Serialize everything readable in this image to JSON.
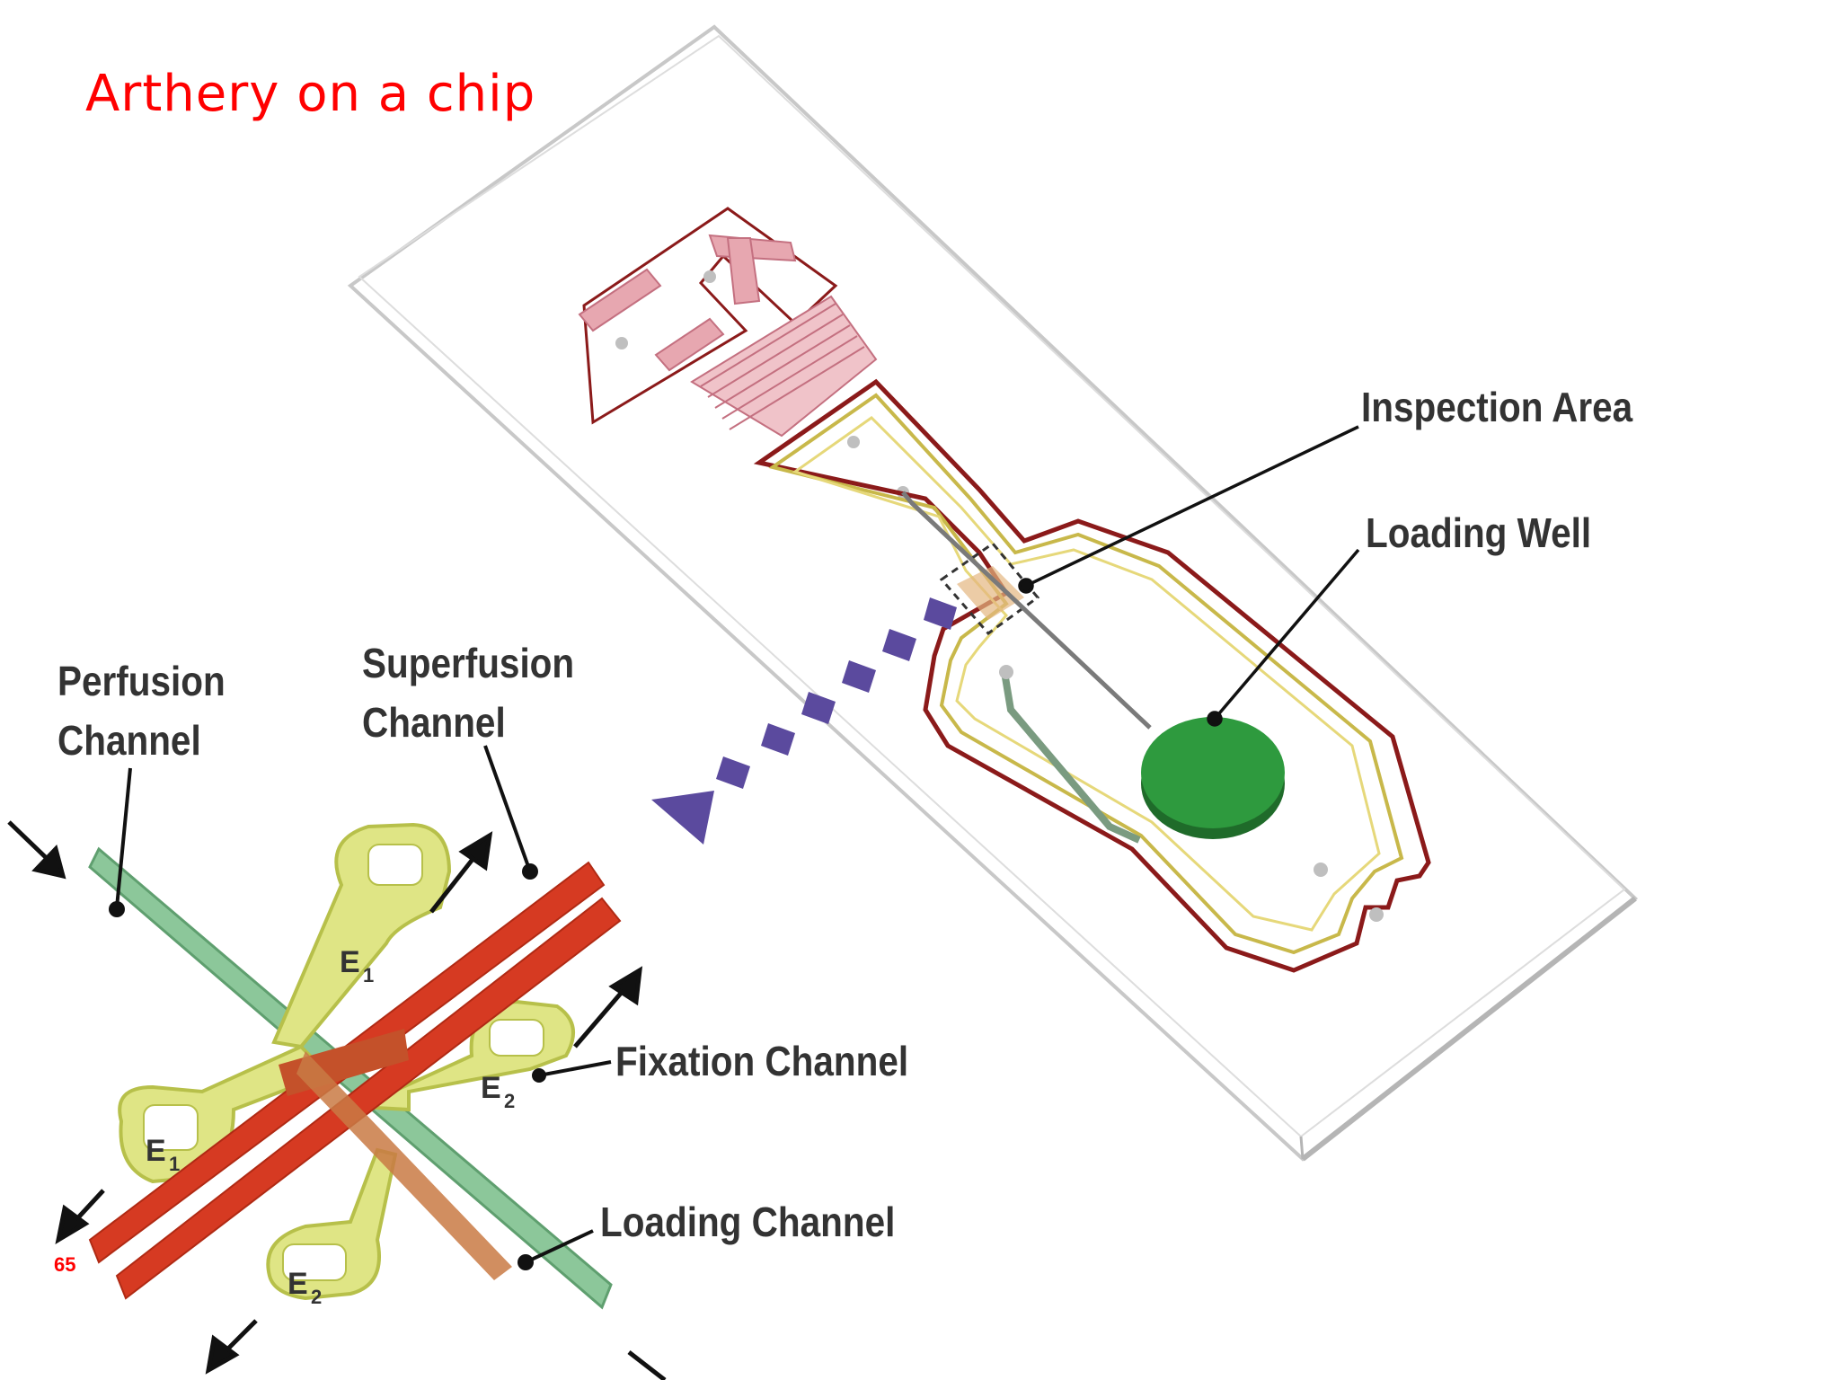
{
  "slide": {
    "title": "Arthery on a chip",
    "page_number": "65"
  },
  "chip_labels": {
    "inspection_area": "Inspection Area",
    "loading_well": "Loading Well"
  },
  "detail_labels": {
    "perfusion_channel": [
      "Perfusion",
      "Channel"
    ],
    "superfusion_channel": [
      "Superfusion",
      "Channel"
    ],
    "fixation_channel": "Fixation Channel",
    "loading_channel": "Loading Channel",
    "electrodes": {
      "e1": {
        "letter": "E",
        "sub": "1"
      },
      "e2": {
        "letter": "E",
        "sub": "2"
      }
    }
  },
  "colors": {
    "title": "#ff0000",
    "label_text": "#333333",
    "chip_outline": "#8b1a1a",
    "electrode": "#d9e27a",
    "electrode_dark": "#b8c14a",
    "superfusion": "#d63a22",
    "perfusion": "#7fbf8a",
    "loading_well": "#2e8b3a",
    "pointer_arrow": "#5b4a9e",
    "heater": "#d98a96"
  }
}
